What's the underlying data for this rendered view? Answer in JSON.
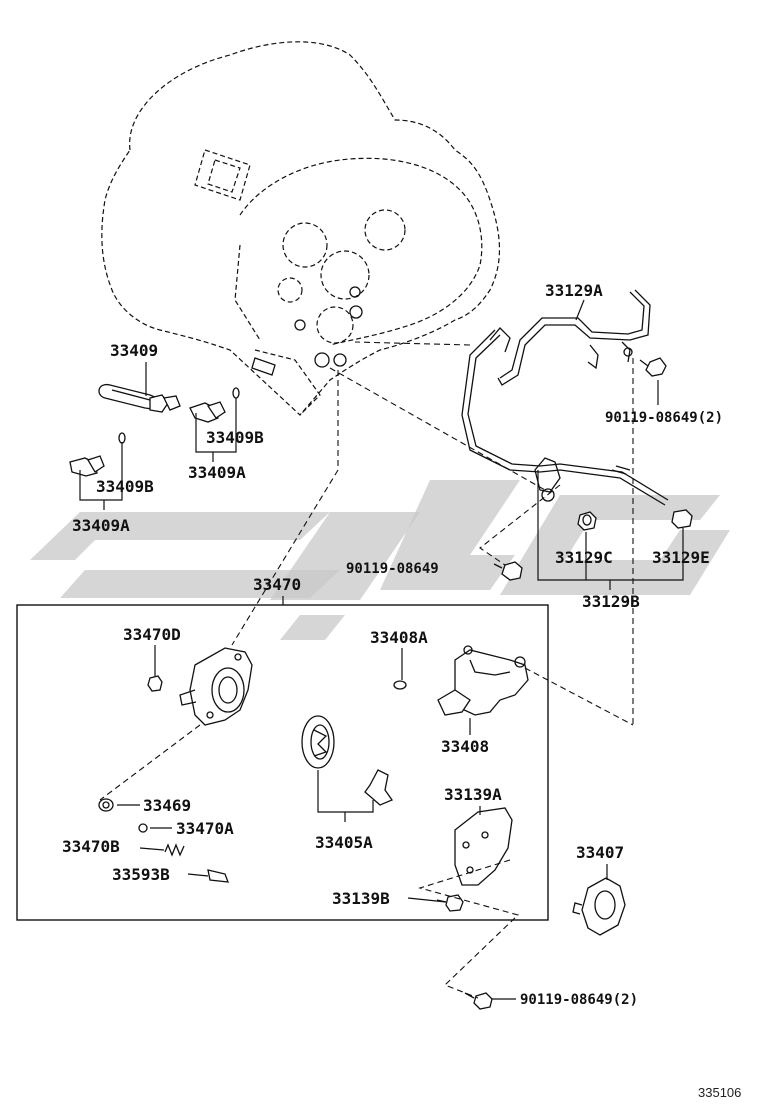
{
  "diagram_id": "335106",
  "callouts": {
    "c33409": "33409",
    "c33409B_1": "33409B",
    "c33409A_1": "33409A",
    "c33409B_2": "33409B",
    "c33409A_2": "33409A",
    "c33129A": "33129A",
    "c90119_1": "90119-08649(2)",
    "c90119_2": "90119-08649",
    "c33129C": "33129C",
    "c33129E": "33129E",
    "c33129B": "33129B",
    "c33470": "33470",
    "c33470D": "33470D",
    "c33408A": "33408A",
    "c33408": "33408",
    "c33469": "33469",
    "c33470A": "33470A",
    "c33470B": "33470B",
    "c33593B": "33593B",
    "c33405A": "33405A",
    "c33139A": "33139A",
    "c33139B": "33139B",
    "c33407": "33407",
    "c90119_3": "90119-08649(2)"
  }
}
